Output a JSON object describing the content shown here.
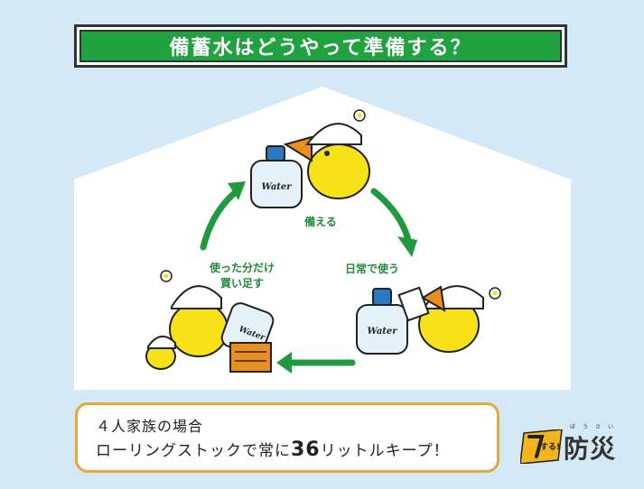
{
  "title": "備蓄水はどうやって準備する？",
  "steps": {
    "prepare": "備える",
    "daily": "日常で使う",
    "rebuy_line1": "使った分だけ",
    "rebuy_line2": "買い足す"
  },
  "bottle_label": "Water",
  "info": {
    "line1": "４人家族の場合",
    "line2_pre": "ローリングストックで常に",
    "line2_num": "36",
    "line2_post": "リットルキープ！"
  },
  "logo": {
    "badge": "する!",
    "main": "防災",
    "ruby": "ぼうさい"
  },
  "colors": {
    "background": "#d3e9f6",
    "banner_green": "#1fa23f",
    "arrow_green": "#1f9a3e",
    "box_border": "#e7a73a",
    "chick_yellow": "#f7e21a"
  }
}
